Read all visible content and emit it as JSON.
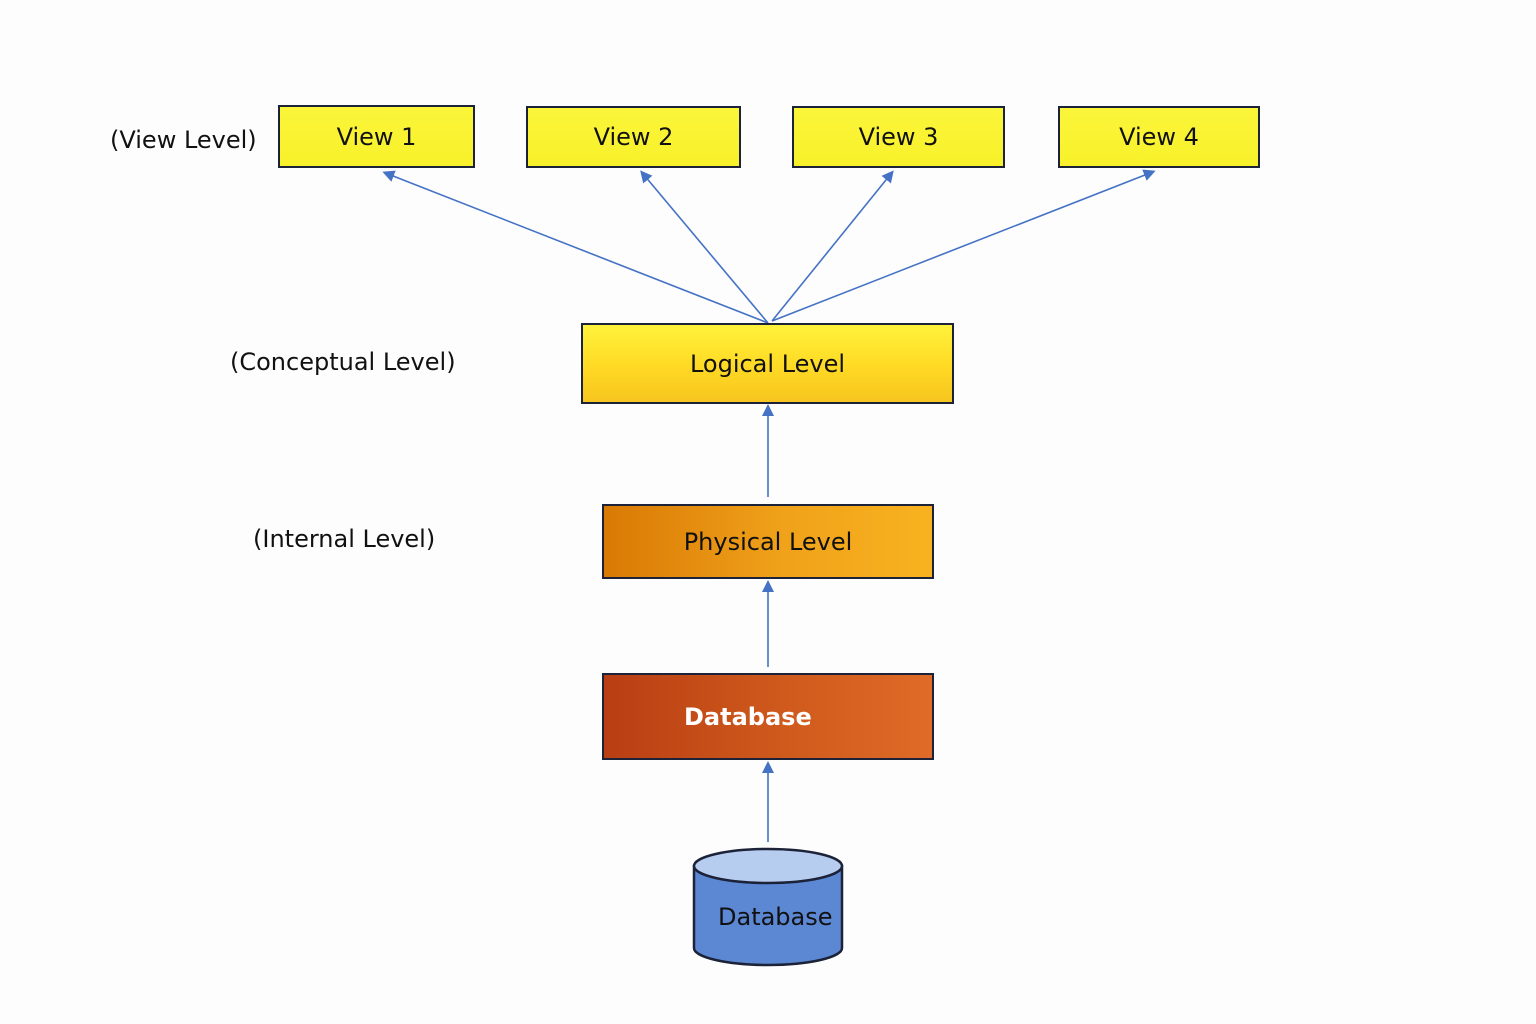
{
  "labels": {
    "view_level": "(View Level)",
    "conceptual_level": "(Conceptual Level)",
    "internal_level": "(Internal Level)"
  },
  "views": [
    {
      "label": "View 1"
    },
    {
      "label": "View 2"
    },
    {
      "label": "View 3"
    },
    {
      "label": "View 4"
    }
  ],
  "logical": {
    "label": "Logical Level"
  },
  "physical": {
    "label": "Physical Level"
  },
  "database_box": {
    "label": "Database"
  },
  "database_cylinder": {
    "label": "Database"
  },
  "colors": {
    "arrow": "#4472c4",
    "cylinder_fill": "#5b87d3",
    "cylinder_top": "#b7cdf0",
    "outline": "#1c2238"
  }
}
